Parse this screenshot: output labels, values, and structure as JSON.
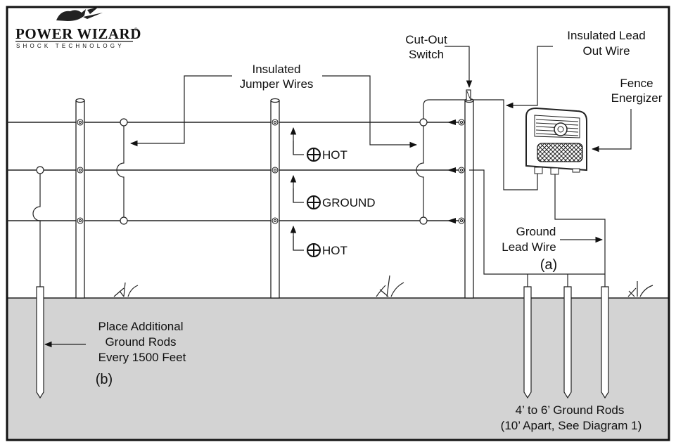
{
  "logo": {
    "name": "Power Wizard",
    "text_line1": "POWER WIZARD",
    "registered_mark": "®",
    "text_line2": "SHOCK TECHNOLOGY"
  },
  "labels": {
    "cutout_switch_line1": "Cut-Out",
    "cutout_switch_line2": "Switch",
    "insulated_lead_line1": "Insulated Lead",
    "insulated_lead_line2": "Out Wire",
    "jumper_wires_line1": "Insulated",
    "jumper_wires_line2": "Jumper Wires",
    "fence_energizer_line1": "Fence",
    "fence_energizer_line2": "Energizer",
    "hot_top": "HOT",
    "ground_mid": "GROUND",
    "hot_bottom": "HOT",
    "ground_lead_line1": "Ground",
    "ground_lead_line2": "Lead Wire",
    "ground_lead_tag": "(a)",
    "additional_rods_line1": "Place Additional",
    "additional_rods_line2": "Ground Rods",
    "additional_rods_line3": "Every 1500 Feet",
    "additional_rods_tag": "(b)",
    "ground_rods_line1": "4’ to 6’ Ground Rods",
    "ground_rods_line2": "(10’ Apart, See Diagram 1)"
  },
  "colors": {
    "ground_fill": "#d3d3d3",
    "line": "#222222",
    "background": "#ffffff"
  },
  "icons": [
    "plus-in-circle-icon",
    "grass-tuft-icon",
    "crosshatch-grille-icon",
    "arrow-icon"
  ]
}
